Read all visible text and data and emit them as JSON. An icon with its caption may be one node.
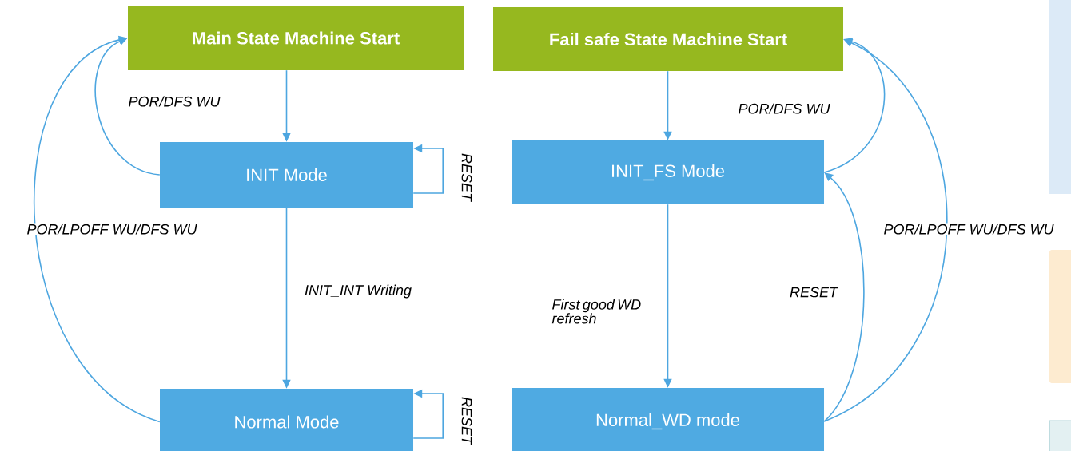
{
  "diagram": {
    "nodes": [
      {
        "text": [
          "Main State Machine Start"
        ]
      },
      {
        "text": [
          "INIT Mode"
        ]
      },
      {
        "text": [
          "Normal Mode"
        ]
      },
      {
        "text": [
          "Fail safe State Machine Start"
        ]
      },
      {
        "text": [
          "INIT_FS Mode"
        ]
      },
      {
        "text": [
          "Normal_WD mode"
        ]
      }
    ],
    "edges": [
      {
        "from": 0,
        "to": 1,
        "arrow": "to"
      },
      {
        "from": 1,
        "to": 2,
        "arrow": "to",
        "label": "INIT_INT Writing"
      },
      {
        "from": 1,
        "to": 1,
        "arrow": "to",
        "label": "RESET"
      },
      {
        "from": 2,
        "to": 2,
        "arrow": "to",
        "label": "RESET"
      },
      {
        "from": 1,
        "to": 0,
        "arrow": "to",
        "label": "POR/DFS WU"
      },
      {
        "from": 2,
        "to": 0,
        "arrow": "to",
        "label": "POR/LPOFF WU/DFS WU"
      },
      {
        "from": 3,
        "to": 4,
        "arrow": "to"
      },
      {
        "from": 4,
        "to": 5,
        "arrow": "to",
        "label": "First good WD refresh"
      },
      {
        "from": 4,
        "to": 3,
        "arrow": "to",
        "label": "POR/DFS WU"
      },
      {
        "from": 5,
        "to": 4,
        "arrow": "to",
        "label": "RESET"
      },
      {
        "from": 5,
        "to": 3,
        "arrow": "to",
        "label": "POR/LPOFF WU/DFS WU"
      }
    ]
  }
}
